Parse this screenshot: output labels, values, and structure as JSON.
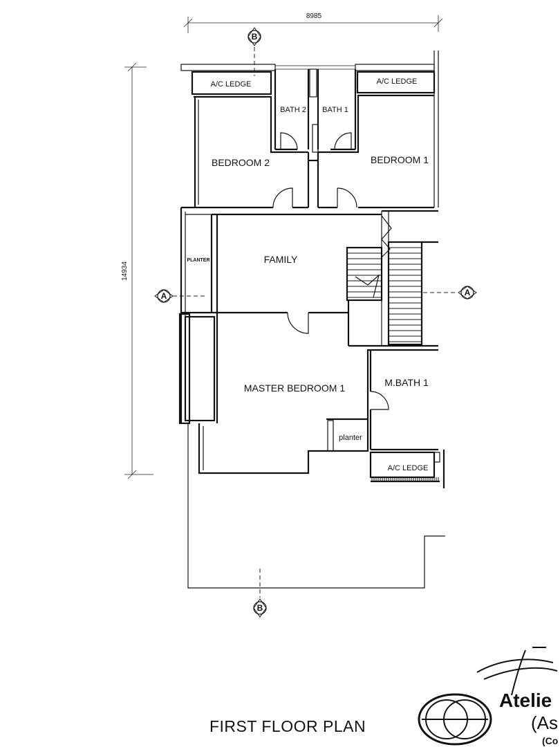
{
  "dimensions": {
    "width_label": "8985",
    "depth_label": "14934"
  },
  "section_marks": {
    "a_left": "A",
    "a_right": "A",
    "b_top": "B",
    "b_bottom": "B"
  },
  "rooms": {
    "ac_ledge_left": "A/C LEDGE",
    "ac_ledge_right": "A/C LEDGE",
    "ac_ledge_bottom": "A/C LEDGE",
    "bath_2": "BATH 2",
    "bath_1": "BATH 1",
    "bedroom_2": "BEDROOM 2",
    "bedroom_1": "BEDROOM 1",
    "family": "FAMILY",
    "planter_vertical": "PLANTER",
    "master_bedroom": "MASTER BEDROOM 1",
    "m_bath": "M.BATH 1",
    "planter_small": "planter"
  },
  "title": "FIRST FLOOR PLAN",
  "firm": {
    "line1": "Atelie",
    "line2": "(As",
    "line3": "(Co"
  }
}
